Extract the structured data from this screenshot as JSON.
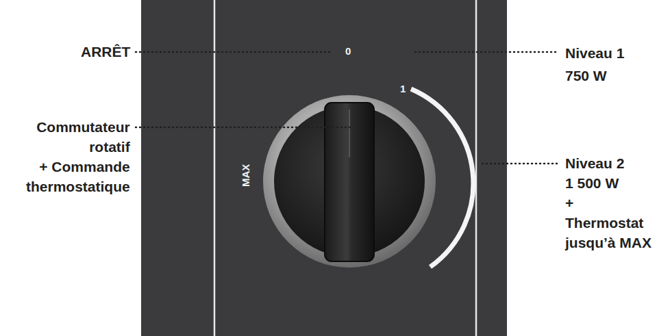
{
  "diagram": {
    "labels": [
      "ARRÊT",
      "0",
      "Niveau 1 750 W",
      "1",
      "Commutateur rotatif + Commande thermostatique",
      "MAX",
      "Niveau 2 1 500 W + Thermostat jusqu’à MAX"
    ]
  }
}
